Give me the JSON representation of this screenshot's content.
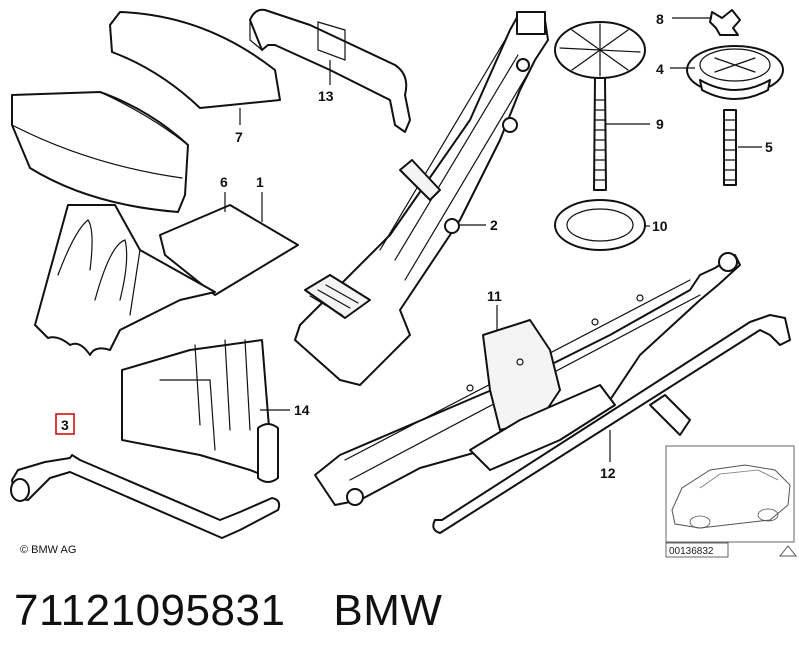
{
  "diagram": {
    "callouts": {
      "c1": "1",
      "c2": "2",
      "c3": "3",
      "c4": "4",
      "c5": "5",
      "c6": "6",
      "c7": "7",
      "c8": "8",
      "c9": "9",
      "c10": "10",
      "c11": "11",
      "c12": "12",
      "c13": "13",
      "c14": "14"
    },
    "highlighted_callout": "3",
    "highlight_color": "#cc0000",
    "copyright": "© BMW AG",
    "reference_code": "00136832"
  },
  "caption": {
    "part_number": "71121095831",
    "brand": "BMW"
  }
}
